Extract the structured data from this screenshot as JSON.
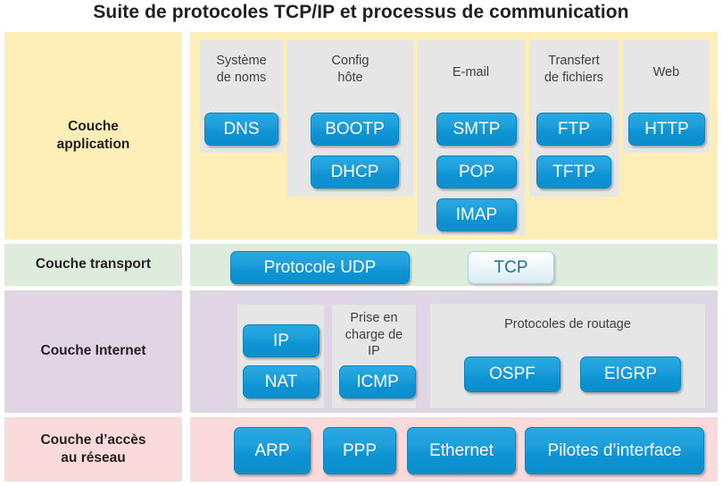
{
  "title": "Suite de protocoles TCP/IP et processus de communication",
  "layers": [
    {
      "id": "application",
      "label": "Couche\napplication",
      "label_line1": "Couche",
      "label_line2": "application",
      "color": "#fdeeb8",
      "groups": [
        {
          "title": "Système\nde noms",
          "title_line1": "Système",
          "title_line2": "de noms",
          "protocols": [
            "DNS"
          ]
        },
        {
          "title": "Config\nhôte",
          "title_line1": "Config",
          "title_line2": "hôte",
          "protocols": [
            "BOOTP",
            "DHCP"
          ]
        },
        {
          "title": "E-mail",
          "title_line1": "E-mail",
          "title_line2": "",
          "protocols": [
            "SMTP",
            "POP",
            "IMAP"
          ]
        },
        {
          "title": "Transfert\nde fichiers",
          "title_line1": "Transfert",
          "title_line2": "de fichiers",
          "protocols": [
            "FTP",
            "TFTP"
          ]
        },
        {
          "title": "Web",
          "title_line1": "Web",
          "title_line2": "",
          "protocols": [
            "HTTP"
          ]
        }
      ]
    },
    {
      "id": "transport",
      "label": "Couche transport",
      "color": "#deecdb",
      "protocols": [
        {
          "name": "Protocole UDP",
          "style": "filled"
        },
        {
          "name": "TCP",
          "style": "outline"
        }
      ]
    },
    {
      "id": "internet",
      "label": "Couche Internet",
      "color": "#e0d5e4",
      "groups": [
        {
          "title": "",
          "protocols": [
            "IP",
            "NAT"
          ]
        },
        {
          "title": "Prise en\ncharge de\nIP",
          "title_line1": "Prise en",
          "title_line2": "charge de",
          "title_line3": "IP",
          "protocols": [
            "ICMP"
          ]
        },
        {
          "title": "Protocoles de routage",
          "title_line1": "Protocoles de routage",
          "protocols": [
            "OSPF",
            "EIGRP"
          ]
        }
      ]
    },
    {
      "id": "network-access",
      "label": "Couche d’accès\nau réseau",
      "label_line1": "Couche d’accès",
      "label_line2": "au réseau",
      "color": "#fadada",
      "protocols": [
        "ARP",
        "PPP",
        "Ethernet",
        "Pilotes d’interface"
      ]
    }
  ],
  "colors": {
    "chip_fill": "#0d93d4",
    "chip_text": "#ffffff",
    "outline_chip_text": "#1d6f9e",
    "group_bg": "#e7e6e6",
    "application_bg": "#fdeeb8",
    "transport_bg": "#deecdb",
    "internet_bg": "#e0d5e4",
    "network_access_bg": "#fadada",
    "title_text": "#231f20"
  }
}
